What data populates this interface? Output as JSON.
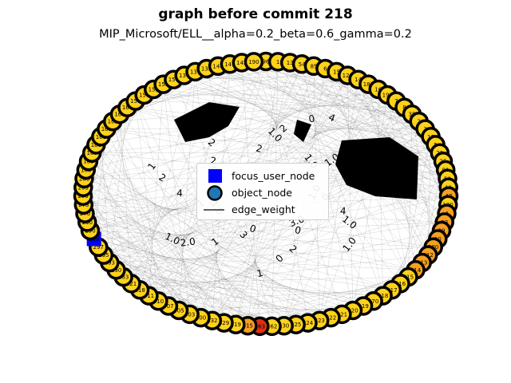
{
  "title": "graph before commit 218",
  "subtitle": "MIP_Microsoft/ELL__alpha=0.2_beta=0.6_gamma=0.2",
  "legend": {
    "focus": "focus_user_node",
    "object": "object_node",
    "edge": "edge_weight"
  },
  "colors": {
    "node_default": "#ffd21a",
    "node_edge": "#000000",
    "focus_user": "#0000ff",
    "object_legend": "#1f77b4",
    "hot_orange": "#f5a020",
    "hot_red": "#e03010"
  },
  "nodes": {
    "count": 95,
    "focus_index": 66,
    "labels": [
      "96",
      "1",
      "13",
      "54",
      "85",
      "6",
      "15",
      "126",
      "14",
      "182",
      "16",
      "198",
      "7",
      "8",
      "35",
      "2",
      "3",
      "17",
      "5",
      "22",
      "25",
      "91",
      "50",
      "11",
      "47",
      "120",
      "4",
      "33",
      "39",
      "10",
      "280",
      "212",
      "213",
      "214",
      "215",
      "216",
      "217",
      "218",
      "370",
      "219",
      "220",
      "221",
      "222",
      "223",
      "224",
      "225",
      "230",
      "262",
      "263",
      "315",
      "319",
      "329",
      "332",
      "300",
      "303",
      "305",
      "307",
      "310",
      "311",
      "318",
      "321",
      "283",
      "290",
      "293",
      "295",
      "297",
      "299",
      "290",
      "230",
      "270",
      "273",
      "250",
      "265",
      "266",
      "180",
      "185",
      "186",
      "188",
      "160",
      "161",
      "162",
      "163",
      "164",
      "150",
      "151",
      "152",
      "153",
      "154",
      "130",
      "131",
      "132",
      "140",
      "141",
      "142",
      "190"
    ]
  },
  "edge_labels": [
    "1.0",
    "2.0",
    "1.0",
    "3.0",
    "2",
    "1.0",
    "0",
    "2.0",
    "4",
    "1.0",
    "0",
    "2",
    "0",
    "3",
    "1",
    "2",
    "1.0",
    "4",
    "1.0",
    "1",
    "2",
    "0",
    "1.0",
    "2",
    "0",
    "1",
    "3",
    "3",
    "2",
    "1.0",
    "1",
    "4",
    "0",
    "2"
  ]
}
